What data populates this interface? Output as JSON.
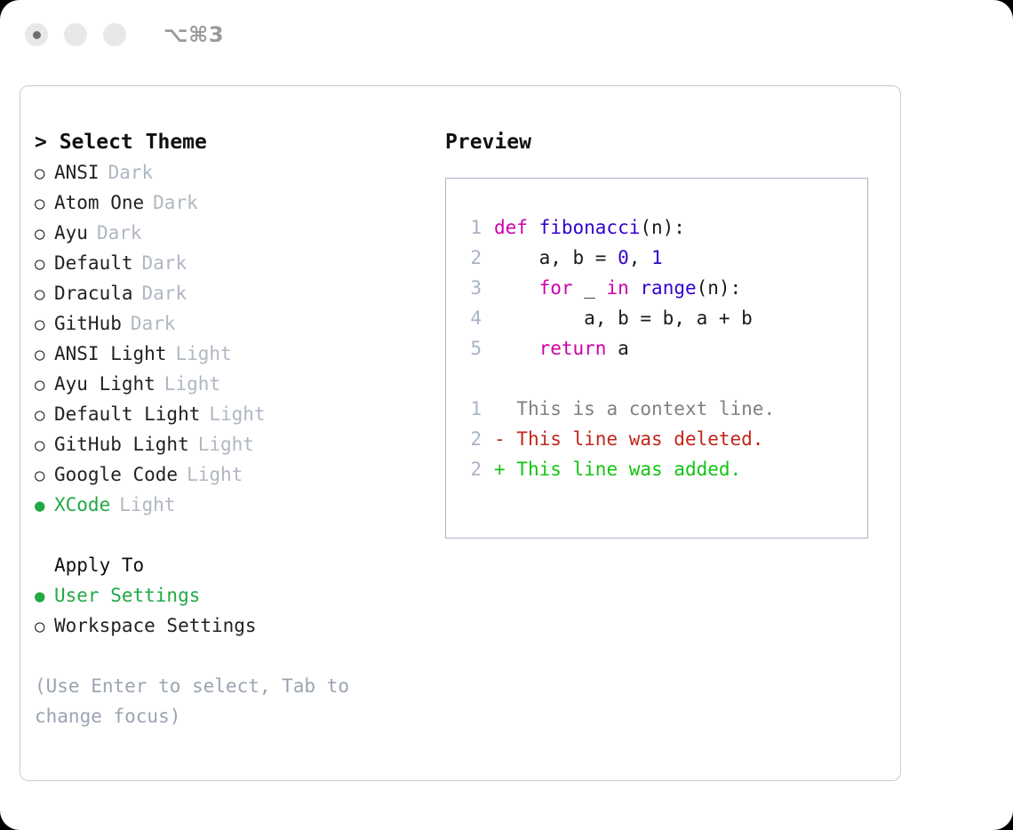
{
  "titlebar": {
    "shortcut": "⌥⌘3",
    "buttons": [
      {
        "name": "traffic-light-active",
        "filled": true
      },
      {
        "name": "traffic-light-second",
        "filled": false
      },
      {
        "name": "traffic-light-third",
        "filled": false
      }
    ]
  },
  "theme_selector": {
    "heading": "> Select Theme",
    "selected_theme": "XCode",
    "accent_color": "#22a844",
    "kind_label_color": "#b0b7c2",
    "radio_unselected": "○",
    "radio_selected": "●",
    "items": [
      {
        "name": "ANSI",
        "kind": "Dark",
        "selected": false
      },
      {
        "name": "Atom One",
        "kind": "Dark",
        "selected": false
      },
      {
        "name": "Ayu",
        "kind": "Dark",
        "selected": false
      },
      {
        "name": "Default",
        "kind": "Dark",
        "selected": false
      },
      {
        "name": "Dracula",
        "kind": "Dark",
        "selected": false
      },
      {
        "name": "GitHub",
        "kind": "Dark",
        "selected": false
      },
      {
        "name": "ANSI Light",
        "kind": "Light",
        "selected": false
      },
      {
        "name": "Ayu Light",
        "kind": "Light",
        "selected": false
      },
      {
        "name": "Default Light",
        "kind": "Light",
        "selected": false
      },
      {
        "name": "GitHub Light",
        "kind": "Light",
        "selected": false
      },
      {
        "name": "Google Code",
        "kind": "Light",
        "selected": false
      },
      {
        "name": "XCode",
        "kind": "Light",
        "selected": true
      }
    ]
  },
  "apply_to": {
    "heading": "Apply To",
    "options": [
      {
        "name": "User Settings",
        "selected": true
      },
      {
        "name": "Workspace Settings",
        "selected": false
      }
    ]
  },
  "hint": "(Use Enter to select, Tab to change focus)",
  "preview": {
    "label": "Preview",
    "border_color": "#aab4c4",
    "line_number_color": "#aab4c4",
    "syntax_colors": {
      "keyword": "#cc00aa",
      "function": "#3300cc",
      "number": "#3300cc",
      "plain": "#1a1a1a",
      "diff_context": "#808080",
      "diff_deleted": "#c0261a",
      "diff_added": "#12c412"
    },
    "code_lines": [
      {
        "number": "1",
        "tokens": [
          {
            "text": "def ",
            "type": "keyword"
          },
          {
            "text": "fibonacci",
            "type": "function"
          },
          {
            "text": "(n):",
            "type": "plain"
          }
        ]
      },
      {
        "number": "2",
        "tokens": [
          {
            "text": "    a, b = ",
            "type": "plain"
          },
          {
            "text": "0",
            "type": "number"
          },
          {
            "text": ", ",
            "type": "plain"
          },
          {
            "text": "1",
            "type": "number"
          }
        ]
      },
      {
        "number": "3",
        "tokens": [
          {
            "text": "    ",
            "type": "plain"
          },
          {
            "text": "for",
            "type": "keyword"
          },
          {
            "text": " _ ",
            "type": "plain"
          },
          {
            "text": "in",
            "type": "keyword"
          },
          {
            "text": " ",
            "type": "plain"
          },
          {
            "text": "range",
            "type": "function"
          },
          {
            "text": "(n):",
            "type": "plain"
          }
        ]
      },
      {
        "number": "4",
        "tokens": [
          {
            "text": "        a, b = b, a + b",
            "type": "plain"
          }
        ]
      },
      {
        "number": "5",
        "tokens": [
          {
            "text": "    ",
            "type": "plain"
          },
          {
            "text": "return",
            "type": "keyword"
          },
          {
            "text": " a",
            "type": "plain"
          }
        ]
      }
    ],
    "diff_lines": [
      {
        "number": "1",
        "marker": " ",
        "text": "This is a context line.",
        "type": "diff_context"
      },
      {
        "number": "2",
        "marker": "-",
        "text": "This line was deleted.",
        "type": "diff_deleted"
      },
      {
        "number": "2",
        "marker": "+",
        "text": "This line was added.",
        "type": "diff_added"
      }
    ]
  }
}
